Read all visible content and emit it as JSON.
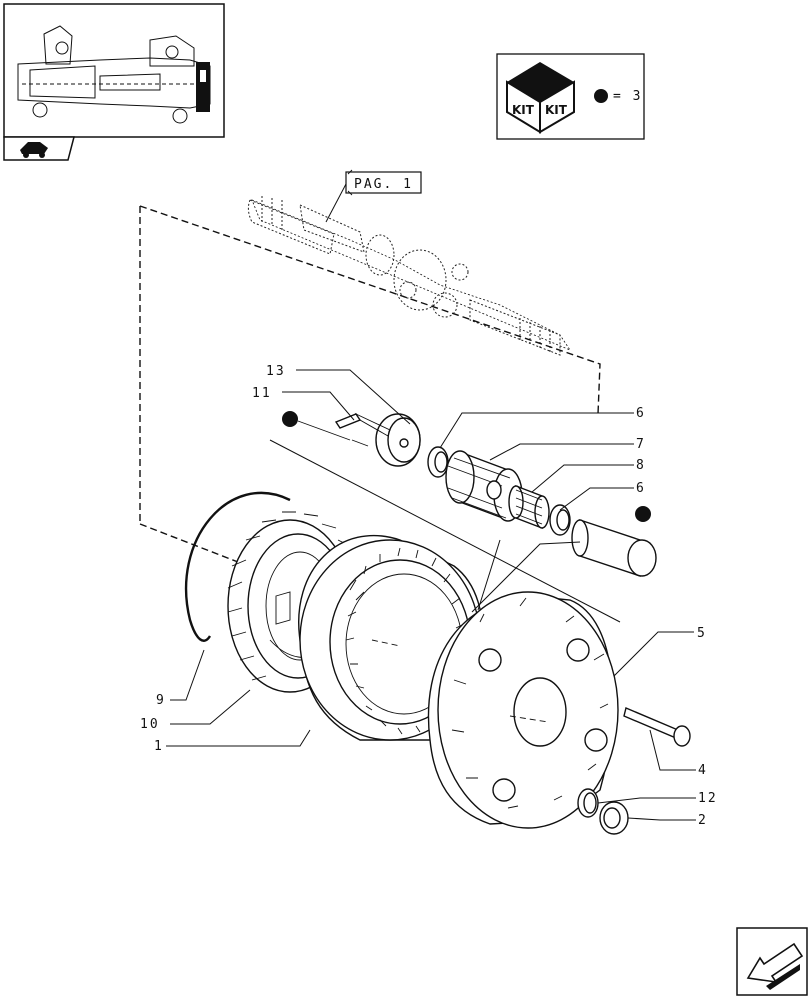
{
  "page_ref": "PAG. 1",
  "kit": {
    "label_left": "KIT",
    "label_right": "KIT",
    "count_text": "= 3"
  },
  "callouts": {
    "c13": "13",
    "c11": "11",
    "c6a": "6",
    "c7": "7",
    "c8": "8",
    "c6b": "6",
    "c5": "5",
    "c4": "4",
    "c12": "12",
    "c2": "2",
    "c9": "9",
    "c10": "10",
    "c1": "1"
  },
  "icons": {
    "overview": "axle-assembly-thumbnail",
    "section_flag": "tractor-section-icon",
    "kit_box": "kit-cube-icon",
    "kit_bullet": "bullet-dot",
    "next": "next-page-arrow-icon"
  },
  "colors": {
    "ink": "#111111",
    "paper": "#ffffff"
  }
}
